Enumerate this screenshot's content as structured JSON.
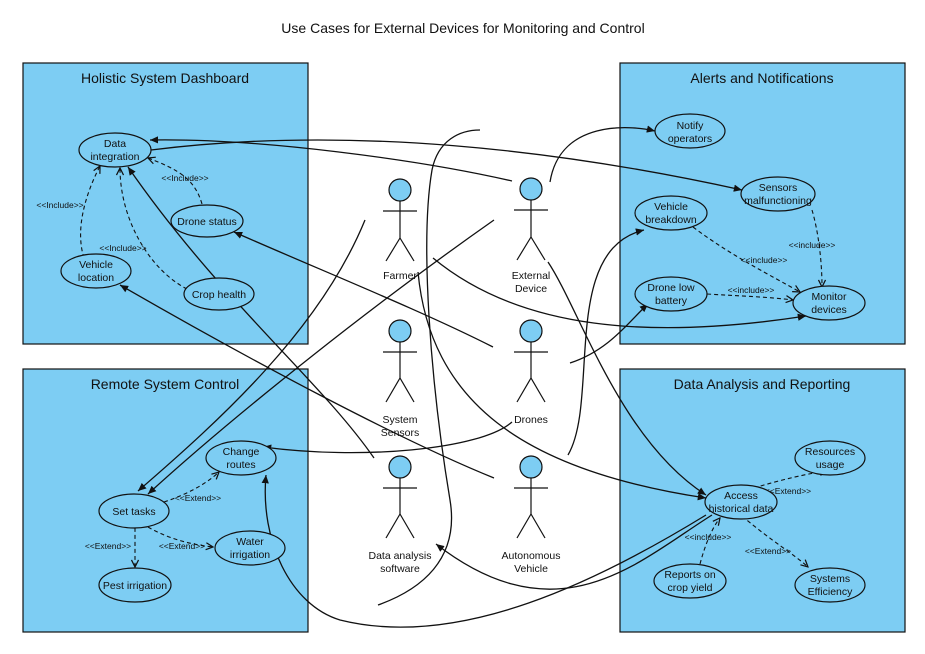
{
  "title": "Use Cases for External Devices for Monitoring and Control",
  "colors": {
    "fill": "#7dcdf3",
    "stroke": "#111111",
    "background": "#ffffff"
  },
  "packages": {
    "dashboard": "Holistic System Dashboard",
    "alerts": "Alerts and Notifications",
    "remote": "Remote System Control",
    "analysis": "Data Analysis and Reporting"
  },
  "use_cases": {
    "data_integration": [
      "Data",
      "integration"
    ],
    "drone_status": [
      "Drone status"
    ],
    "vehicle_location": [
      "Vehicle",
      "location"
    ],
    "crop_health": [
      "Crop health"
    ],
    "notify_operators": [
      "Notify",
      "operators"
    ],
    "sensors_malfunctioning": [
      "Sensors",
      "malfunctioning"
    ],
    "vehicle_breakdown": [
      "Vehicle",
      "breakdown"
    ],
    "drone_low_battery": [
      "Drone low",
      "battery"
    ],
    "monitor_devices": [
      "Monitor",
      "devices"
    ],
    "change_routes": [
      "Change",
      "routes"
    ],
    "set_tasks": [
      "Set tasks"
    ],
    "water_irrigation": [
      "Water",
      "irrigation"
    ],
    "pest_irrigation": [
      "Pest irrigation"
    ],
    "resources_usage": [
      "Resources",
      "usage"
    ],
    "access_historical_data": [
      "Access",
      "historical data"
    ],
    "reports_crop_yield": [
      "Reports on",
      "crop yield"
    ],
    "systems_efficiency": [
      "Systems",
      "Efficiency"
    ]
  },
  "actors": {
    "farmer": [
      "Farmer"
    ],
    "external_device": [
      "External",
      "Device"
    ],
    "system_sensors": [
      "System",
      "Sensors"
    ],
    "drones": [
      "Drones"
    ],
    "data_analysis_software": [
      "Data analysis",
      "software"
    ],
    "autonomous_vehicle": [
      "Autonomous",
      "Vehicle"
    ]
  },
  "stereotypes": {
    "include": "<<Include>>",
    "include_lower": "<<include>>",
    "extend": "<<Extend>>"
  }
}
